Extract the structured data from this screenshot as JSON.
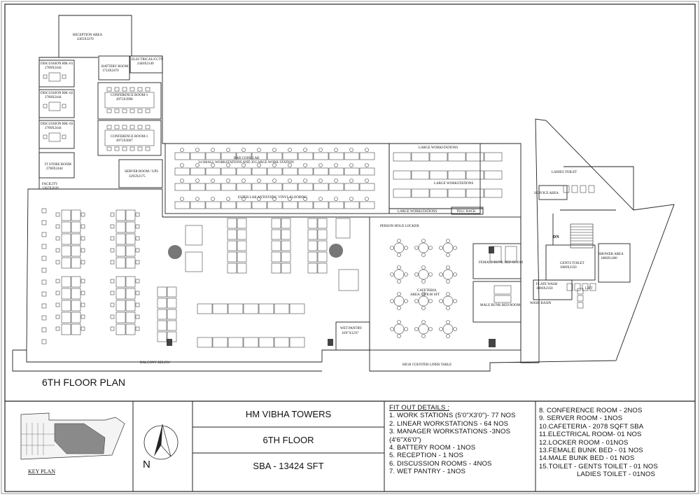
{
  "plan_title": "6TH FLOOR PLAN",
  "rooms": {
    "reception": "RECEPTION AREA",
    "reception_size": "4365X3270",
    "battery": "BATTERY ROOM",
    "battery_size": "1724X2470",
    "electrical": "ELECTRICAL/CCTV",
    "electrical_size": "2440X2140",
    "disc1": "DISCUSSION RM.-01",
    "disc1_size": "2700X2444",
    "disc2": "DISCUSSION RM.-02",
    "disc2_size": "2700X2444",
    "disc3": "DISCUSSION RM.-03",
    "disc3_size": "2700X2444",
    "conf1": "CONFERENCE ROOM-1",
    "conf1_size": "4975X3998",
    "conf2": "CONFERENCE ROOM-1",
    "conf2_size": "4975X3007",
    "it_store": "IT STORE ROOM",
    "it_store_size": "2700X2444",
    "server": "SERVER ROOM / UPS",
    "server_size": "3295X2175",
    "facility": "FACILITY",
    "facility_size": "1367X2639",
    "barcode": "BAR CODE LAB",
    "barcode_sub": "34 SMALL WORKSTATIONS AND 30 LARGE WORK STATION",
    "antistatic": "ESTER LAB ANTISTATIC VINYL FLOORING",
    "large_ws_1": "LARGE WORKSTATIONS",
    "large_ws_2": "LARGE WORKSTATIONS",
    "large_ws_3": "LARGE WORKSTATIONS",
    "telc": "TELC RACK",
    "person_locker": "PERSON HOLD LOCKER",
    "cafeteria": "CAFETERIA",
    "cafeteria_size": "AREA: 2078.00 SFT",
    "female_bunk": "FEMALE BUNK BED ROOM",
    "male_bunk": "MALE BUNK BED ROOM",
    "wet_pantry": "WET PANTRY",
    "wet_pantry_size": "10'0\"X12'0\"",
    "high_counter": "HIGH COUNTER LINER TABLE",
    "balcony": "BALCONY BELOW",
    "ladies_toilet": "LADIES TOILET",
    "gents_toilet": "GENTS TOILET",
    "gents_toilet_size": "3000X2350",
    "plate_wash": "PLATE WASH",
    "plate_wash_size": "3000X2350",
    "wash_basin": "WASH BASIN",
    "shower": "SHOWER AREA",
    "shower_size": "1800X1400",
    "service": "SERVICE AREA",
    "dn": "DN",
    "lift": "LIFT"
  },
  "title_block": {
    "key_plan": "KEY PLAN",
    "north": "N",
    "building": "HM VIBHA TOWERS",
    "floor": "6TH FLOOR",
    "sba": "SBA - 13424 SFT",
    "fitout_heading": "FIT OUT DETAILS :",
    "fitout_col1": [
      "1. WORK STATIONS (5'0\"X3'0\")- 77 NOS",
      "2. LINEAR WORKSTATIONS - 64 NOS",
      "3. MANAGER WORKSTATIONS -3NOS",
      "(4'6\"X6'0\")",
      "4. BATTERY ROOM - 1NOS",
      "5. RECEPTION - 1 NOS",
      "6. DISCUSSION ROOMS - 4NOS",
      "7. WET PANTRY - 1NOS"
    ],
    "fitout_col2": [
      "8. CONFERENCE ROOM - 2NOS",
      "9. SERVER ROOM - 1NOS",
      "10.CAFETERIA - 2078 SQFT SBA",
      "11.ELECTRICAL ROOM- 01 NOS",
      "12.LOCKER ROOM - 01NOS",
      "13.FEMALE BUNK BED - 01 NOS",
      "14.MALE BUNK BED - 01 NOS",
      "15.TOILET - GENTS TOILET - 01 NOS",
      "LADIES TOILET - 01NOS"
    ]
  }
}
